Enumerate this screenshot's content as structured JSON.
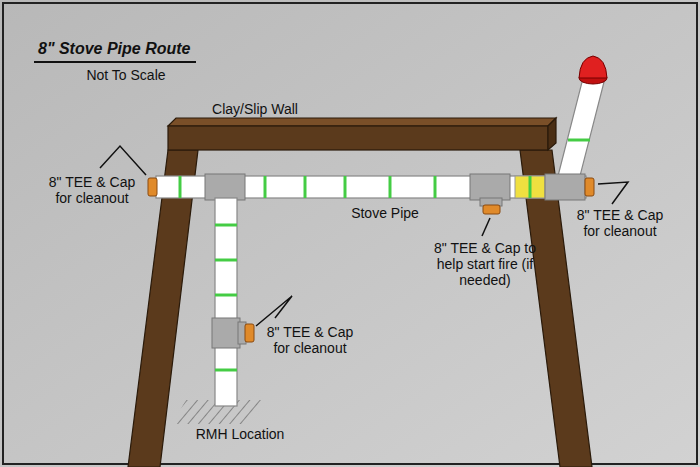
{
  "diagram": {
    "title": "8\" Stove Pipe Route",
    "labels": [
      "Not To Scale",
      "Clay/Slip Wall",
      "8\" TEE & Cap for cleanout",
      "Stove Pipe",
      "8\" TEE & Cap to help start fire (if needed)",
      "8\" TEE & Cap for cleanout",
      "8\" TEE & Cap for cleanout",
      "RMH Location"
    ]
  }
}
